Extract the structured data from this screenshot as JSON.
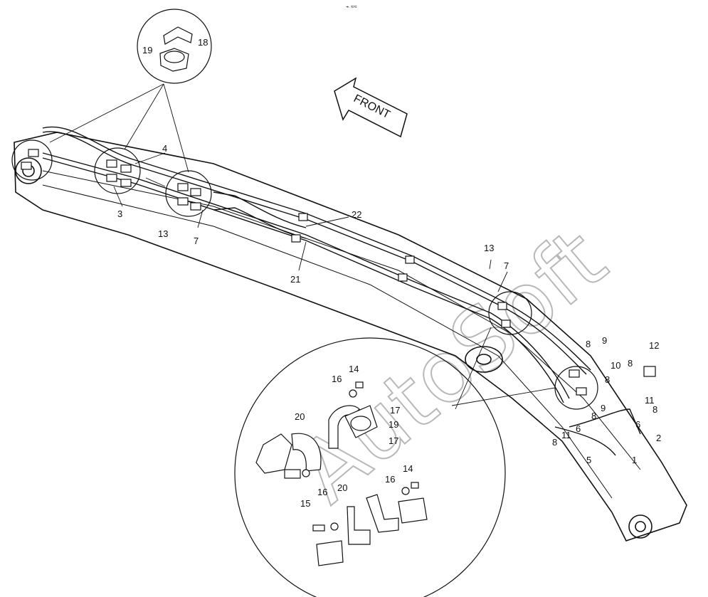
{
  "title_mark": "⌁ ≈≈",
  "front_label": "FRONT",
  "watermark": "AutoSoft",
  "callouts": {
    "c18": "18",
    "c19a": "19",
    "c4": "4",
    "c3": "3",
    "c13a": "13",
    "c7a": "7",
    "c22": "22",
    "c21": "21",
    "c13b": "13",
    "c7b": "7",
    "c8a": "8",
    "c9a": "9",
    "c10": "10",
    "c8b": "8",
    "c12": "12",
    "c8c": "8",
    "c11a": "11",
    "c8d": "8",
    "c6a": "6",
    "c2": "2",
    "c9b": "9",
    "c8e": "8",
    "c6b": "6",
    "c5": "5",
    "c1": "1",
    "c11b": "11",
    "c8f": "8",
    "c14a": "14",
    "c16a": "16",
    "c20a": "20",
    "c17a": "17",
    "c19b": "19",
    "c17b": "17",
    "c15": "15",
    "c16b": "16",
    "c20b": "20",
    "c16c": "16",
    "c14b": "14"
  }
}
